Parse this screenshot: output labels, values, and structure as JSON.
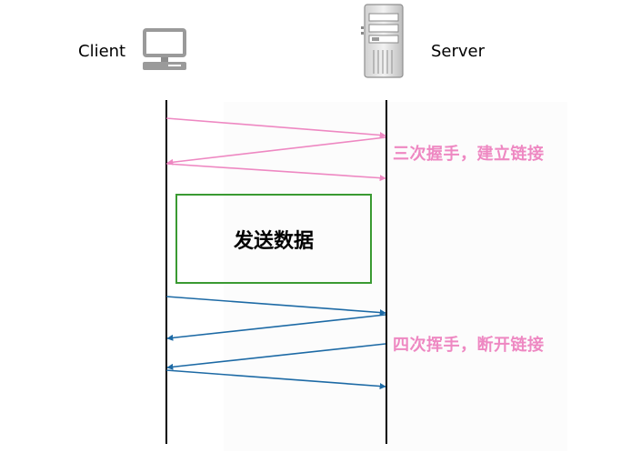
{
  "participants": {
    "client_label": "Client",
    "server_label": "Server"
  },
  "phases": {
    "handshake_label": "三次握手，建立链接",
    "data_label": "发送数据",
    "wave_label": "四次挥手，断开链接"
  },
  "colors": {
    "handshake": "#ee88c2",
    "wave": "#1d6aa5",
    "data_border": "#3a9a32",
    "lifeline": "#000000"
  },
  "icons": {
    "client": "computer-icon",
    "server": "server-icon"
  }
}
